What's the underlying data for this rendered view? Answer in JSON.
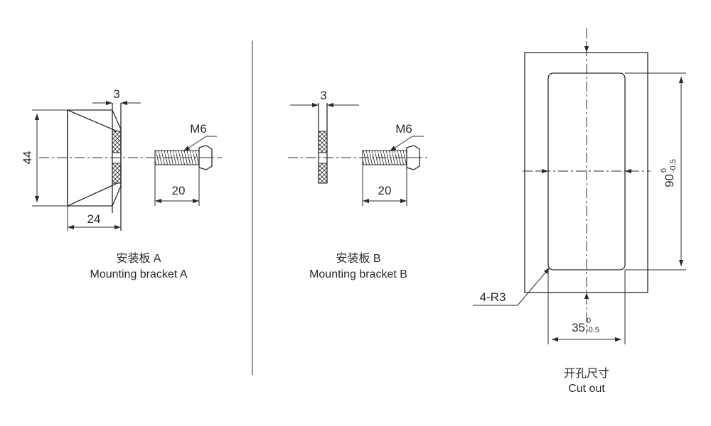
{
  "bracket_a": {
    "dim_thickness": "3",
    "dim_height": "44",
    "dim_length": "24",
    "screw_label": "M6",
    "screw_length": "20",
    "caption_cn": "安装板 A",
    "caption_en": "Mounting bracket A"
  },
  "bracket_b": {
    "dim_thickness": "3",
    "screw_label": "M6",
    "screw_length": "20",
    "caption_cn": "安装板 B",
    "caption_en": "Mounting bracket B"
  },
  "cutout": {
    "dim_height": "90",
    "height_tol_upper": "0",
    "height_tol_lower": "-0.5",
    "dim_width": "35",
    "width_tol_upper": "0",
    "width_tol_lower": "-0.5",
    "radius_label": "4-R3",
    "caption_cn": "开孔尺寸",
    "caption_en": "Cut out"
  },
  "colors": {
    "line": "#2a2a2a",
    "background": "#ffffff"
  }
}
